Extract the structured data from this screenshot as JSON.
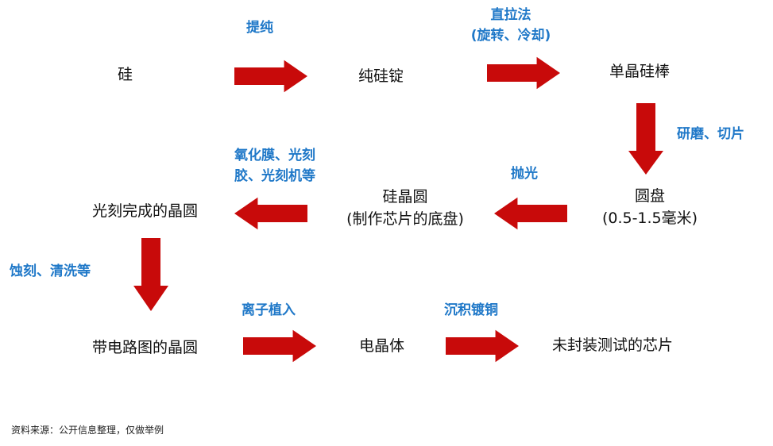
{
  "nodes": {
    "silicon": "硅",
    "pure_ingot": "纯硅锭",
    "single_crystal_rod": "单晶硅棒",
    "disc_line1": "圆盘",
    "disc_line2": "(0.5-1.5毫米)",
    "wafer_line1": "硅晶圆",
    "wafer_line2": "(制作芯片的底盘)",
    "litho_wafer": "光刻完成的晶圆",
    "circuit_wafer": "带电路图的晶圆",
    "transistor": "电晶体",
    "untested_chip": "未封装测试的芯片"
  },
  "steps": {
    "purify": "提纯",
    "czochralski_line1": "直拉法",
    "czochralski_line2": "(旋转、冷却)",
    "grind_cut": "研磨、切片",
    "polish": "抛光",
    "oxide_line1": "氧化膜、光刻",
    "oxide_line2": "胶、光刻机等",
    "etch_clean": "蚀刻、清洗等",
    "ion_implant": "离子植入",
    "copper_deposit": "沉积镀铜"
  },
  "colors": {
    "arrow": "#c80a0a",
    "label": "#1f78c8"
  },
  "footer": "资料来源：公开信息整理，仅做举例"
}
